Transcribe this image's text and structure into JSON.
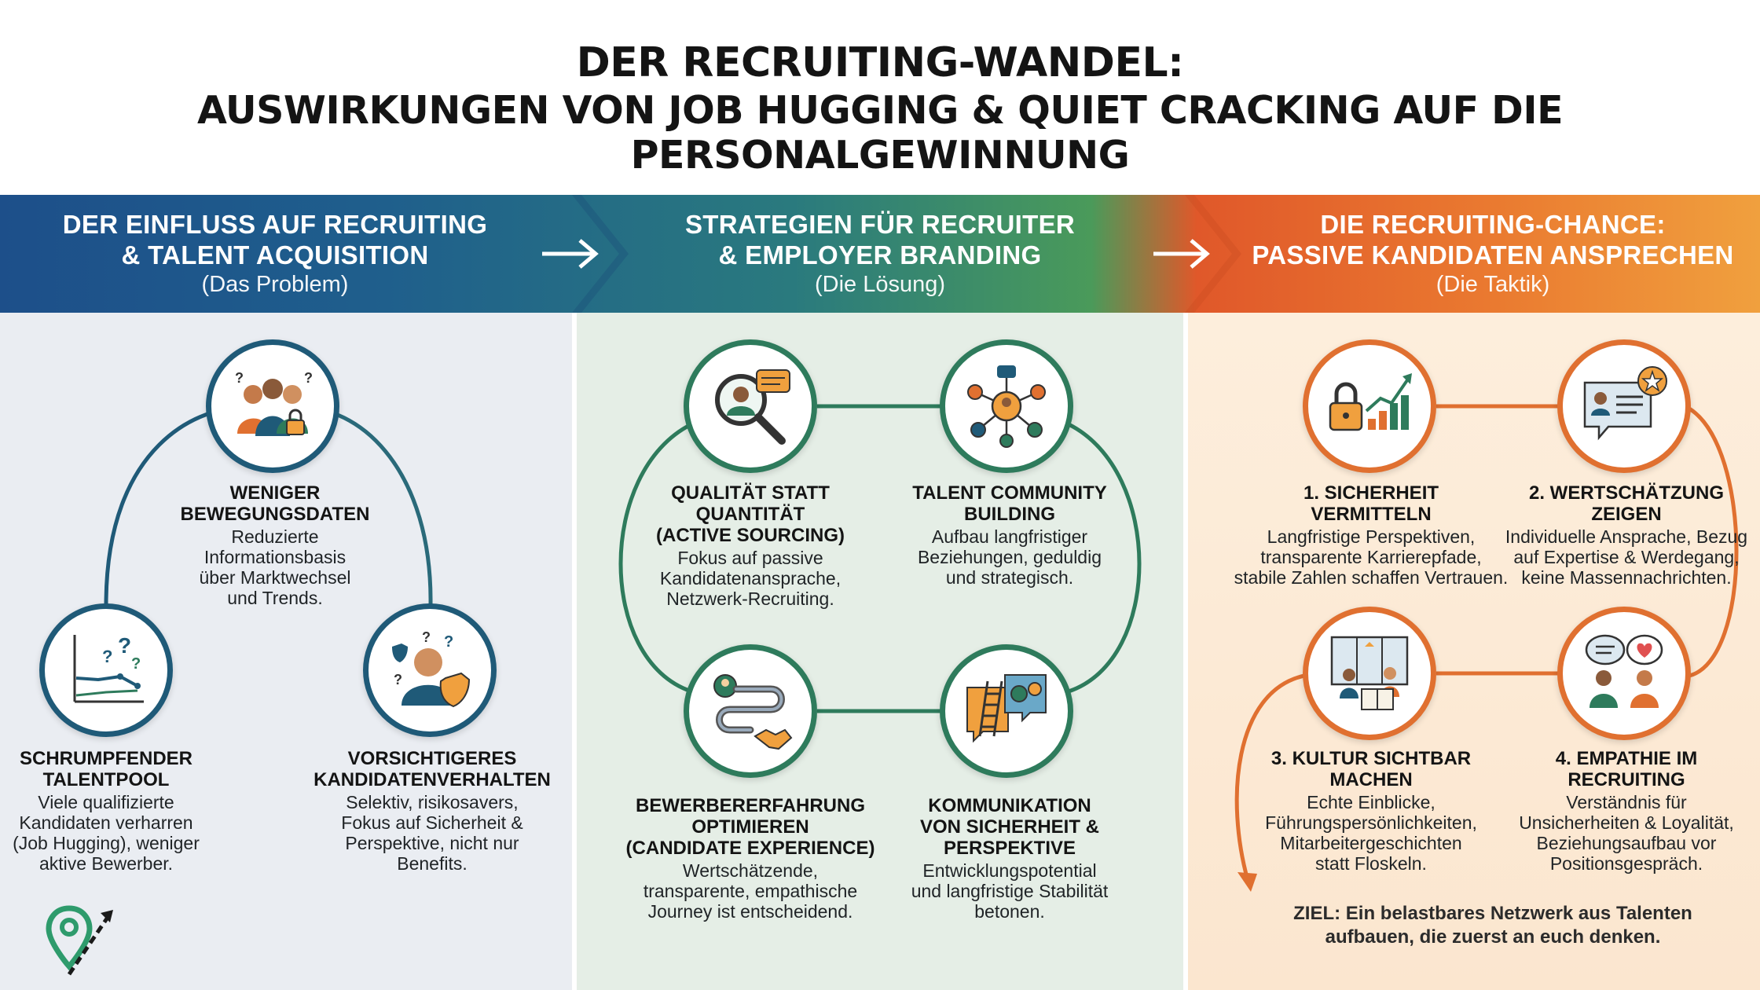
{
  "title": {
    "line1": "DER RECRUITING-WANDEL:",
    "line2": "AUSWIRKUNGEN VON JOB HUGGING & QUIET CRACKING AUF DIE PERSONALGEWINNUNG"
  },
  "columns": [
    {
      "heading": "DER EINFLUSS AUF RECRUITING\n& TALENT ACQUISITION",
      "subheading": "(Das Problem)",
      "items": [
        {
          "title": "WENIGER\nBEWEGUNGSDATEN",
          "text": "Reduzierte\nInformationsbasis\nüber Marktwechsel\nund Trends.",
          "icon": "people-lock-icon"
        },
        {
          "title": "SCHRUMPFENDER\nTALENTPOOL",
          "text": "Viele qualifizierte\nKandidaten verharren\n(Job Hugging), weniger\naktive Bewerber.",
          "icon": "declining-chart-icon"
        },
        {
          "title": "VORSICHTIGERES\nKANDIDATENVERHALTEN",
          "text": "Selektiv, risikosavers,\nFokus auf Sicherheit &\nPerspektive, nicht nur\nBenefits.",
          "icon": "person-shield-icon"
        }
      ]
    },
    {
      "heading": "STRATEGIEN FÜR RECRUITER\n& EMPLOYER BRANDING",
      "subheading": "(Die Lösung)",
      "items": [
        {
          "title": "QUALITÄT STATT\nQUANTITÄT\n(ACTIVE SOURCING)",
          "text": "Fokus auf passive\nKandidatenansprache,\nNetzwerk-Recruiting.",
          "icon": "magnifier-person-icon"
        },
        {
          "title": "TALENT COMMUNITY\nBUILDING",
          "text": "Aufbau langfristiger\nBeziehungen, geduldig\nund strategisch.",
          "icon": "network-icon"
        },
        {
          "title": "BEWERBERERFAHRUNG\nOPTIMIEREN\n(CANDIDATE EXPERIENCE)",
          "text": "Wertschätzende,\ntransparente, empathische\nJourney ist entscheidend.",
          "icon": "journey-handshake-icon"
        },
        {
          "title": "KOMMUNIKATION\nVON SICHERHEIT &\nPERSPEKTIVE",
          "text": "Entwicklungspotential\nund langfristige Stabilität\nbetonen.",
          "icon": "ladder-gears-icon"
        }
      ]
    },
    {
      "heading": "DIE RECRUITING-CHANCE:\nPASSIVE KANDIDATEN ANSPRECHEN",
      "subheading": "(Die Taktik)",
      "items": [
        {
          "title": "1. SICHERHEIT\nVERMITTELN",
          "text": "Langfristige Perspektiven,\ntransparente Karrierepfade,\nstabile Zahlen schaffen Vertrauen.",
          "icon": "lock-growth-icon"
        },
        {
          "title": "2. WERTSCHÄTZUNG\nZEIGEN",
          "text": "Individuelle Ansprache, Bezug\nauf Expertise & Werdegang,\nkeine Massennachrichten.",
          "icon": "profile-message-star-icon"
        },
        {
          "title": "3. KULTUR SICHTBAR\nMACHEN",
          "text": "Echte Einblicke,\nFührungspersönlichkeiten,\nMitarbeitergeschichten\nstatt Floskeln.",
          "icon": "office-scene-icon"
        },
        {
          "title": "4. EMPATHIE IM\nRECRUITING",
          "text": "Verständnis für\nUnsicherheiten & Loyalität,\nBeziehungsaufbau vor\nPositionsgespräch.",
          "icon": "conversation-heart-icon"
        }
      ],
      "goal": "ZIEL: Ein belastbares Netzwerk aus Talenten\naufbauen, die zuerst an euch denken."
    }
  ],
  "colors": {
    "blue": "#1d4f8a",
    "teal": "#2a7a7e",
    "green": "#4a9a5a",
    "orange": "#e0582a",
    "amber": "#f0a03e"
  }
}
